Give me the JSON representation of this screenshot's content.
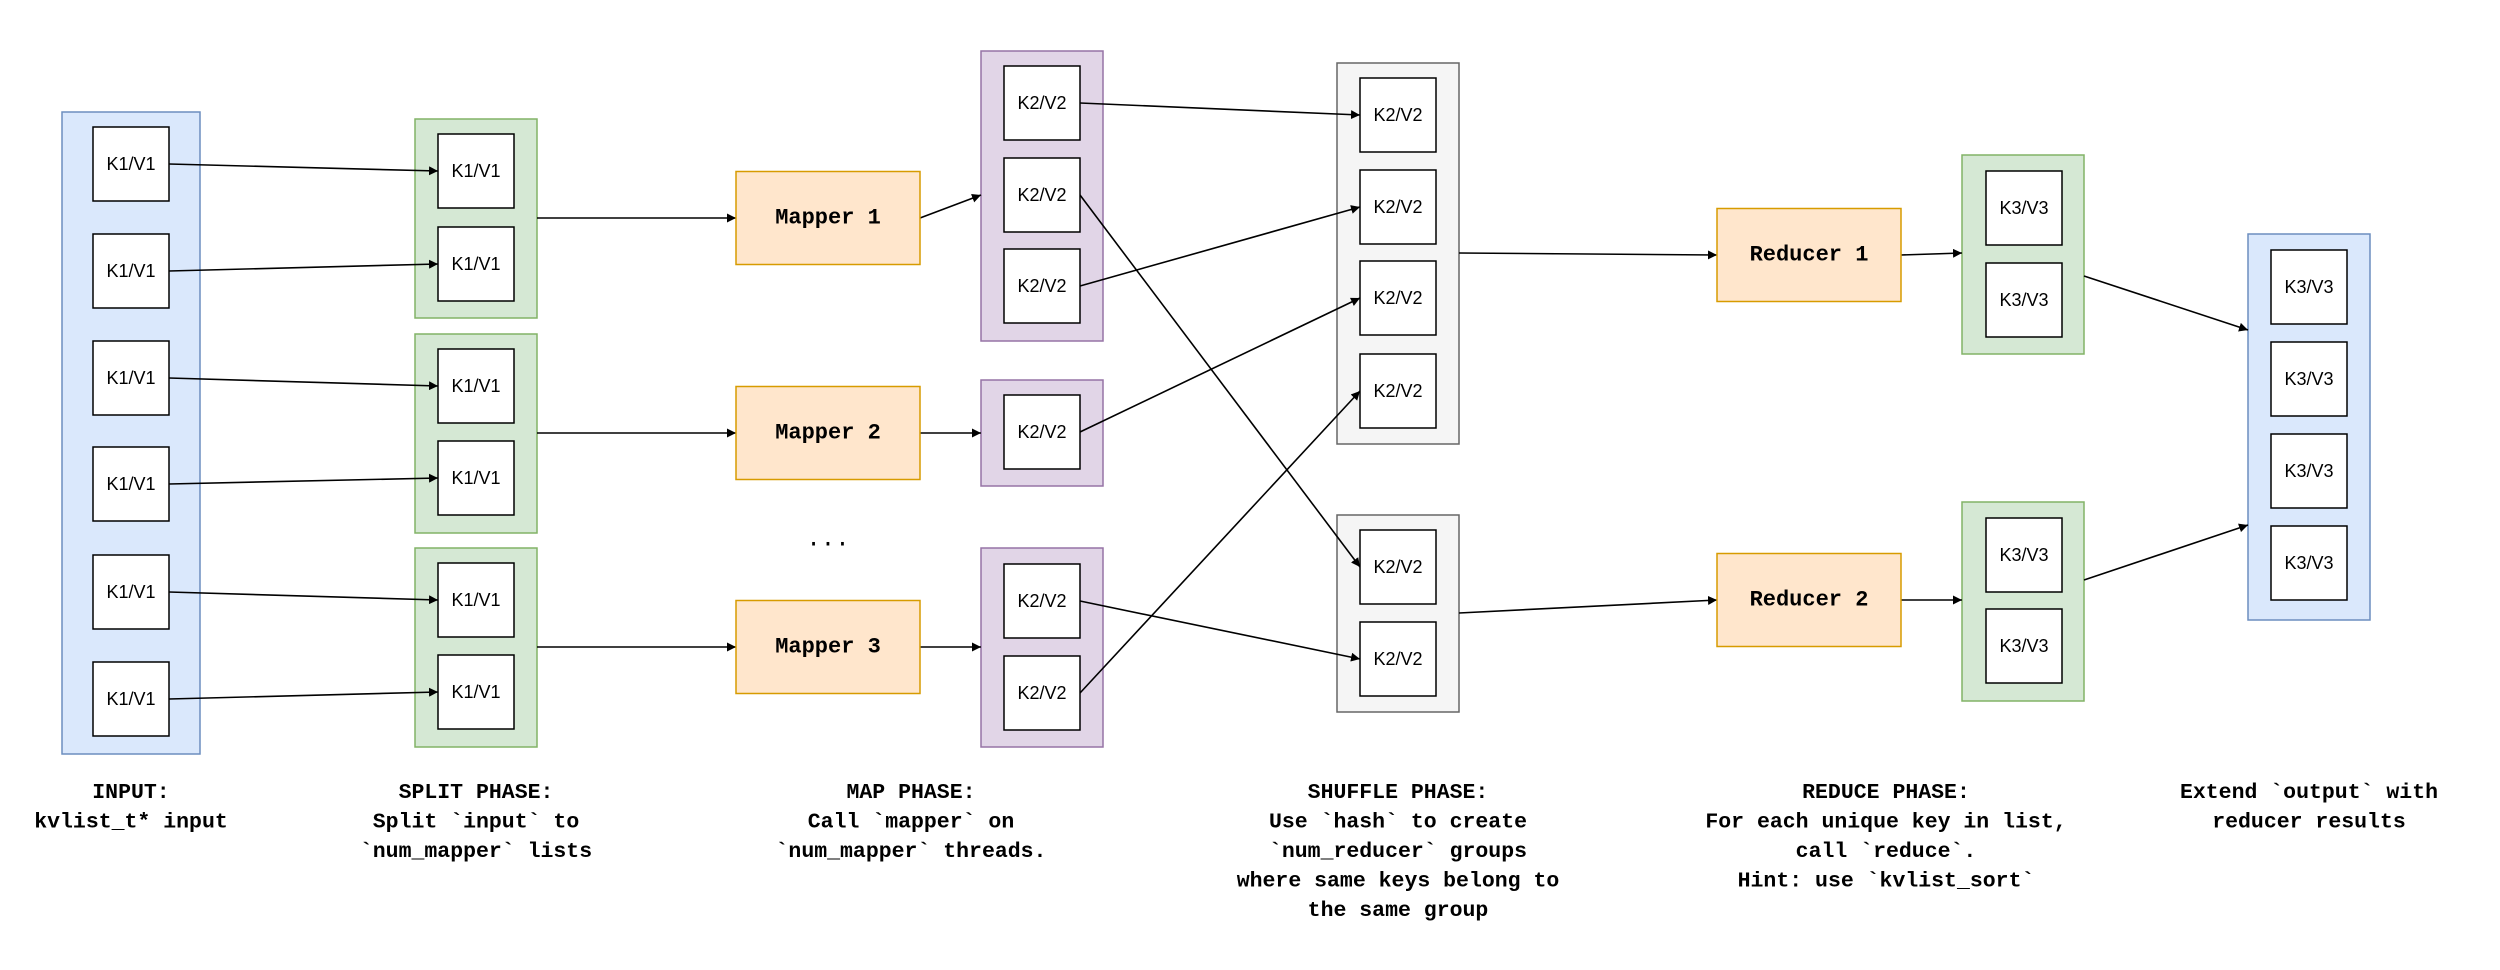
{
  "colors": {
    "input_fill": "#dae8fc",
    "input_stroke": "#6c8ebf",
    "split_fill": "#d5e8d4",
    "split_stroke": "#82b366",
    "map_out_fill": "#e1d5e7",
    "map_out_stroke": "#9673a6",
    "shuffle_fill": "#f5f5f5",
    "shuffle_stroke": "#666666",
    "proc_fill": "#ffe6cc",
    "proc_stroke": "#d79b00",
    "output_fill": "#dae8fc",
    "output_stroke": "#6c8ebf",
    "kv_fill": "#ffffff",
    "kv_stroke": "#000000",
    "arrow": "#000000"
  },
  "input": {
    "items": [
      "K1/V1",
      "K1/V1",
      "K1/V1",
      "K1/V1",
      "K1/V1",
      "K1/V1"
    ]
  },
  "split": [
    {
      "items": [
        "K1/V1",
        "K1/V1"
      ]
    },
    {
      "items": [
        "K1/V1",
        "K1/V1"
      ]
    },
    {
      "items": [
        "K1/V1",
        "K1/V1"
      ]
    }
  ],
  "mappers": [
    "Mapper 1",
    "Mapper 2",
    "Mapper 3"
  ],
  "mapper_ellipsis": "...",
  "map_outputs": [
    {
      "items": [
        "K2/V2",
        "K2/V2",
        "K2/V2"
      ]
    },
    {
      "items": [
        "K2/V2"
      ]
    },
    {
      "items": [
        "K2/V2",
        "K2/V2"
      ]
    }
  ],
  "shuffle": [
    {
      "items": [
        "K2/V2",
        "K2/V2",
        "K2/V2",
        "K2/V2"
      ]
    },
    {
      "items": [
        "K2/V2",
        "K2/V2"
      ]
    }
  ],
  "reducers": [
    "Reducer 1",
    "Reducer 2"
  ],
  "reduce_outputs": [
    {
      "items": [
        "K3/V3",
        "K3/V3"
      ]
    },
    {
      "items": [
        "K3/V3",
        "K3/V3"
      ]
    }
  ],
  "output": {
    "items": [
      "K3/V3",
      "K3/V3",
      "K3/V3",
      "K3/V3"
    ]
  },
  "captions": {
    "input": [
      "INPUT:",
      "kvlist_t* input"
    ],
    "split": [
      "SPLIT PHASE:",
      "Split `input` to",
      "`num_mapper` lists"
    ],
    "map": [
      "MAP PHASE:",
      "Call `mapper` on",
      "`num_mapper` threads."
    ],
    "shuffle": [
      "SHUFFLE PHASE:",
      "Use `hash` to create",
      "`num_reducer` groups",
      "where same keys belong to",
      "the same group"
    ],
    "reduce": [
      "REDUCE PHASE:",
      "For each unique key in list,",
      "call `reduce`.",
      "Hint: use `kvlist_sort`"
    ],
    "output": [
      "Extend `output` with",
      "reducer results"
    ]
  }
}
